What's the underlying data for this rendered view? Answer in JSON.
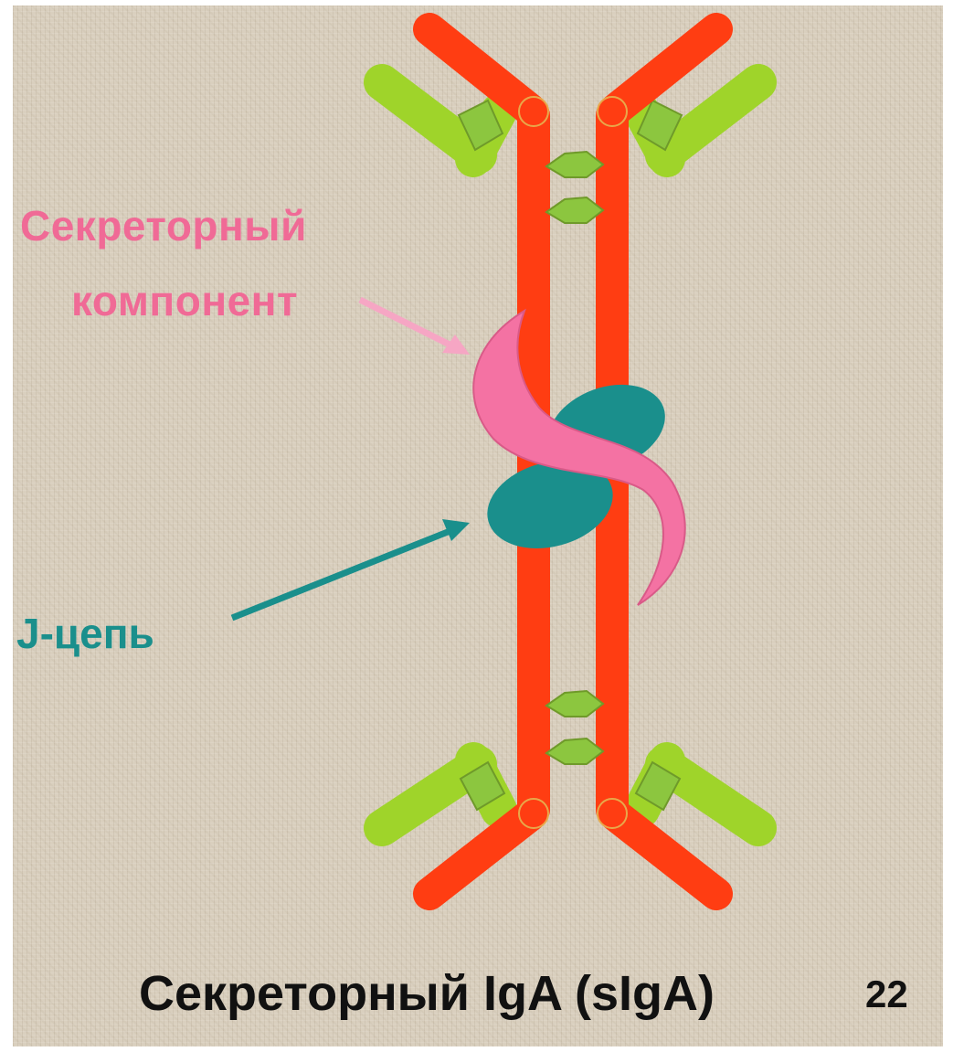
{
  "labels": {
    "secretory_component_line1": "Секреторный",
    "secretory_component_line2": "компонент",
    "j_chain": "J-цепь"
  },
  "caption": "Секреторный IgA (sIgA)",
  "page_number": "22",
  "colors": {
    "heavy_chain": "#ff3d12",
    "light_chain": "#9fd42a",
    "domain": "#8cc63f",
    "secretory_component": "#f472a3",
    "j_chain": "#1a8f8c",
    "secretory_label": "#f06a96",
    "j_label": "#1a8f8c",
    "background": "#d9cfbe"
  }
}
